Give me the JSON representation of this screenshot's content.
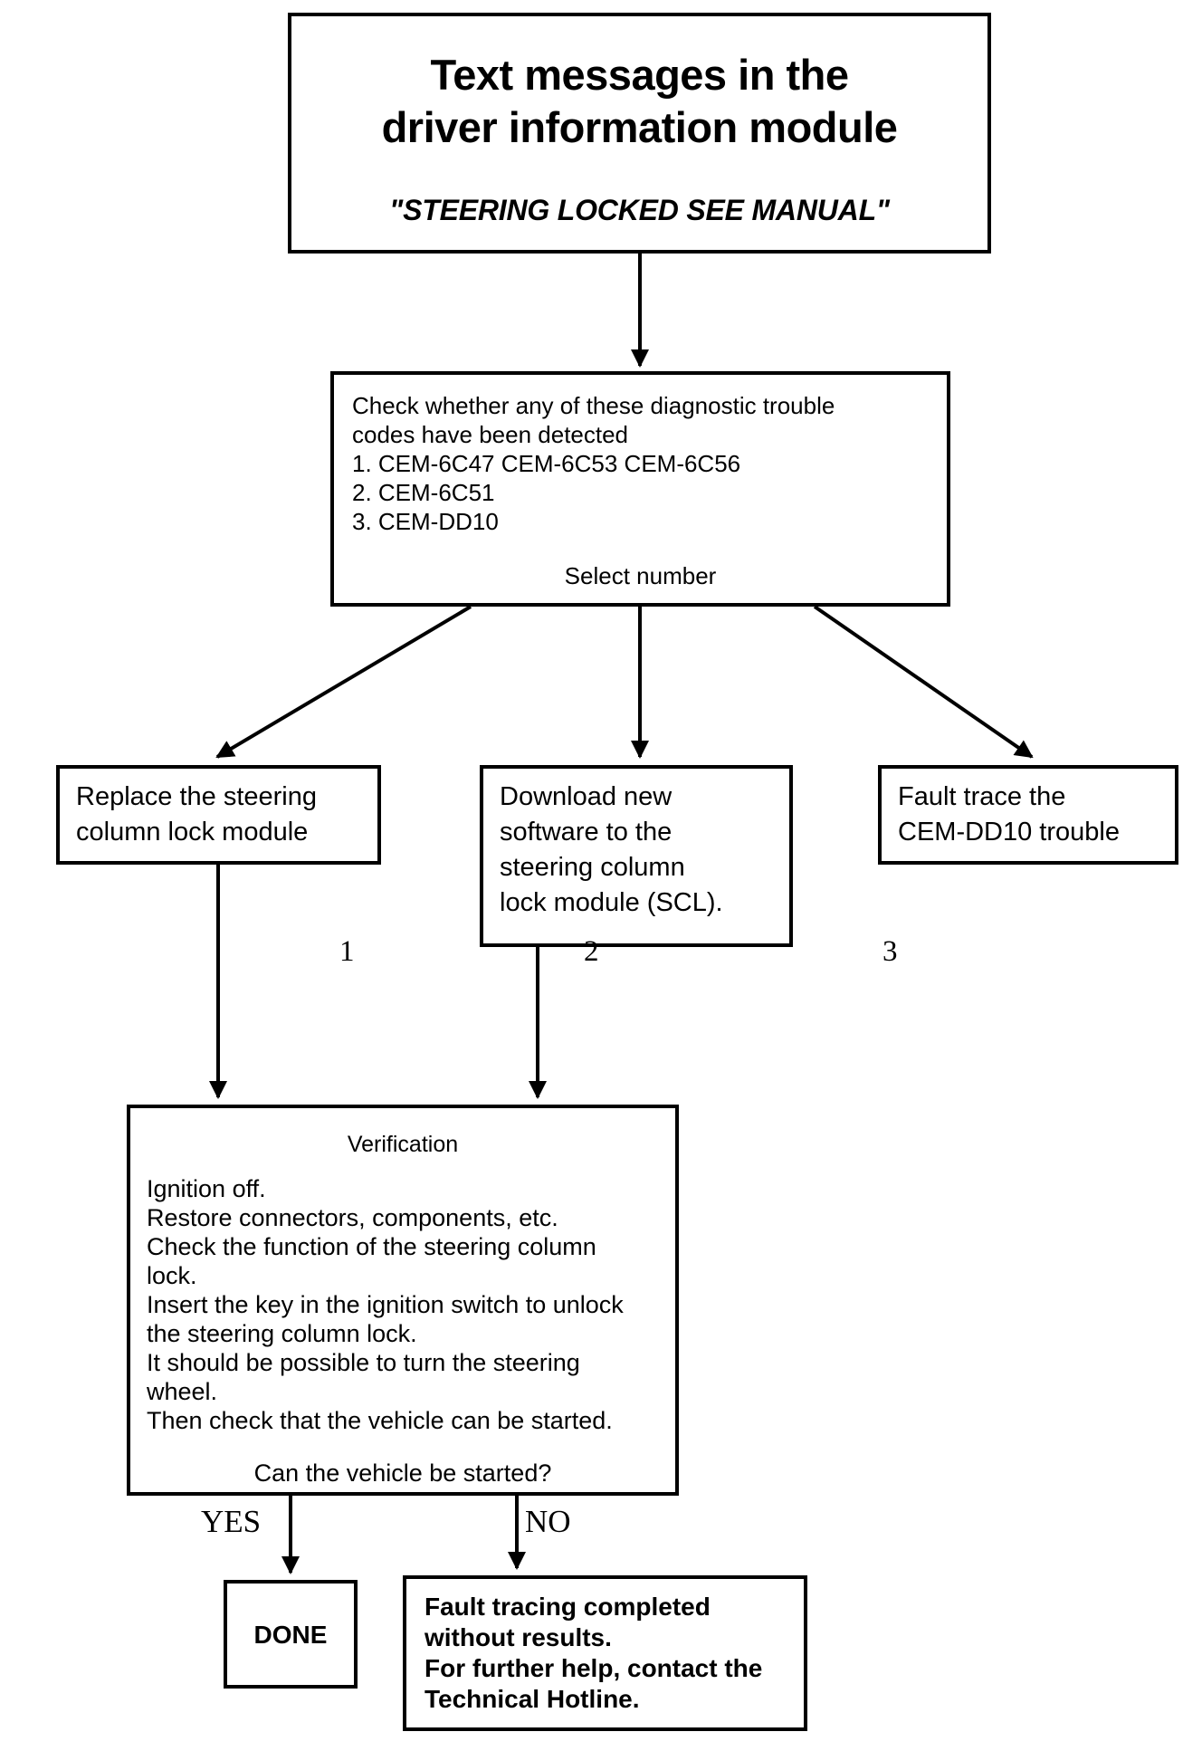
{
  "title_box": {
    "line1": "Text messages in the",
    "line2": "driver information module",
    "subtitle": "\"STEERING LOCKED SEE MANUAL\""
  },
  "diagnostic_box": {
    "line1": "Check whether any of these diagnostic trouble",
    "line2": "codes have been detected",
    "item1": "1. CEM-6C47 CEM-6C53 CEM-6C56",
    "item2": "2. CEM-6C51",
    "item3": "3. CEM-DD10",
    "prompt": "Select number"
  },
  "edges": {
    "branch_1": "1",
    "branch_2": "2",
    "branch_3": "3",
    "yes": "YES",
    "no": "NO"
  },
  "action_boxes": {
    "replace": {
      "line1": "Replace the steering",
      "line2": "column lock module"
    },
    "download": {
      "line1": "Download new",
      "line2": "software to the",
      "line3": "steering column",
      "line4": "lock module (SCL)."
    },
    "fault_trace": {
      "line1": "Fault trace the",
      "line2": "CEM-DD10 trouble"
    }
  },
  "verification_box": {
    "heading": "Verification",
    "line1": "Ignition off.",
    "line2": "Restore connectors, components, etc.",
    "line3": "Check the function of the steering column",
    "line4": "lock.",
    "line5": "Insert the key in the ignition switch to unlock",
    "line6": "the steering column lock.",
    "line7": "It should be possible to turn the steering",
    "line8": "wheel.",
    "line9": "Then check that the vehicle can be started.",
    "question": "Can the vehicle be started?"
  },
  "done_box": {
    "label": "DONE"
  },
  "hotline_box": {
    "line1": "Fault tracing completed",
    "line2": "without results.",
    "line3": "For further help, contact the",
    "line4": "Technical Hotline."
  },
  "colors": {
    "stroke": "#000000",
    "background": "#ffffff"
  }
}
